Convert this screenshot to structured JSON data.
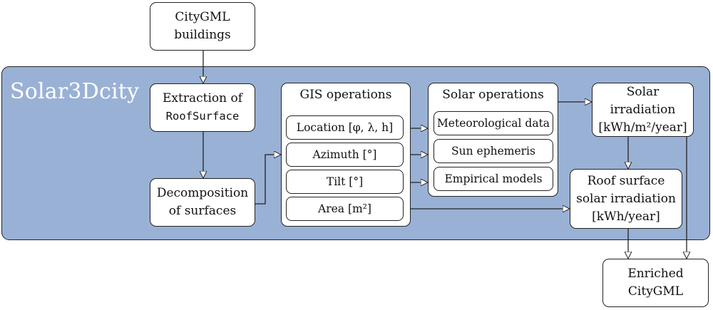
{
  "title": "Solar3Dcity",
  "input": {
    "line1": "CityGML",
    "line2": "buildings"
  },
  "extraction": {
    "line1": "Extraction of",
    "line2": "RoofSurface"
  },
  "decomposition": {
    "line1": "Decomposition",
    "line2": "of surfaces"
  },
  "gis": {
    "title": "GIS operations",
    "items": [
      "Location [φ, λ, h]",
      "Azimuth [°]",
      "Tilt [°]",
      "Area [m²]"
    ]
  },
  "solar_ops": {
    "title": "Solar operations",
    "items": [
      "Meteorological data",
      "Sun ephemeris",
      "Empirical models"
    ]
  },
  "irradiation": {
    "line1": "Solar irradiation",
    "line2": "[kWh/m²/year]"
  },
  "roof": {
    "line1": "Roof surface",
    "line2": "solar irradiation",
    "line3": "[kWh/year]"
  },
  "output": {
    "line1": "Enriched",
    "line2": "CityGML"
  }
}
